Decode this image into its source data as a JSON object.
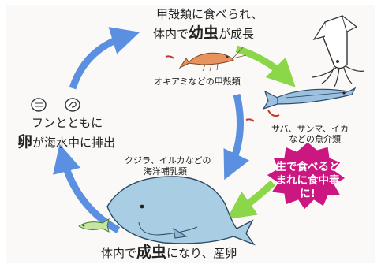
{
  "nodes": {
    "crustacean_stage": {
      "line1": "甲殻類に食べられ、",
      "line2_pre": "体内で",
      "line2_em": "幼虫",
      "line2_post": "が成長",
      "example": "オキアミなどの甲殻類"
    },
    "fish_stage": {
      "line1": "サバ、サンマ、イカ",
      "line2": "などの魚介類"
    },
    "warning": {
      "line1": "生で食べると",
      "line2": "まれに食中毒に!"
    },
    "mammal_stage": {
      "host_line1": "クジラ、イルカなどの",
      "host_line2": "海洋哺乳類",
      "caption_pre": "体内で",
      "caption_em": "成虫",
      "caption_post": "になり、産卵"
    },
    "egg_stage": {
      "line1": "フンとともに",
      "line2_em": "卵",
      "line2_post": "が海水中に排出"
    }
  },
  "colors": {
    "cycle_arrow": "#5b8fe0",
    "infection_arrow": "#8cd64a",
    "warning_burst": "#cc1780",
    "whale": "#a9cde3",
    "squid": "#ffffff",
    "fish": "#9cc0e0",
    "krill": "#e8935d"
  },
  "icons": [
    "egg-icon",
    "larva-egg-icon",
    "krill-icon",
    "squid-icon",
    "fish-icon",
    "whale-icon",
    "small-fish-icon",
    "worm-icon"
  ]
}
